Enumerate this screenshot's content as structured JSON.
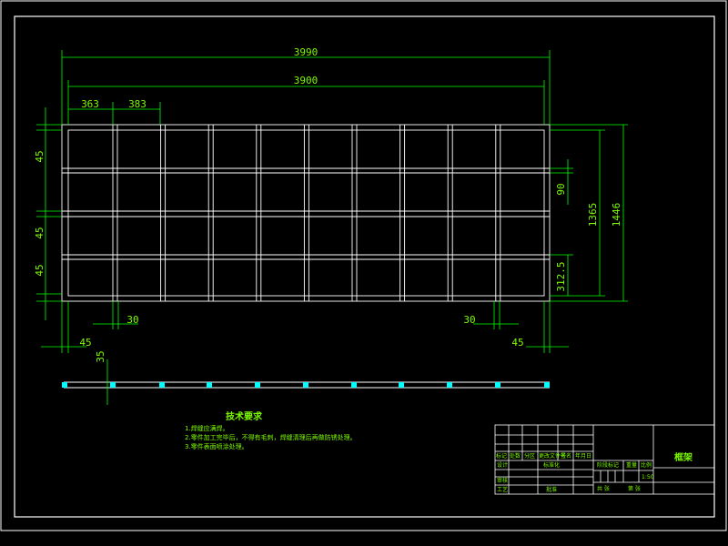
{
  "drawing": {
    "dims": {
      "overall_width": "3990",
      "inner_width": "3900",
      "bay_left": "363",
      "bay_next": "383",
      "top_left_45": "45",
      "mid_left_45": "45",
      "low_left_45": "45",
      "right_90": "90",
      "right_1365": "1365",
      "right_1446": "1446",
      "right_312": "312.5",
      "bottom_30_left": "30",
      "bottom_30_right": "30",
      "bottom_45_left": "45",
      "bottom_45_right": "45",
      "bottom_35": "35"
    },
    "notes": {
      "heading": "技术要求",
      "lines": [
        "1.焊缝应满焊。",
        "2.零件加工完毕后，不得有毛刺，焊缝清理后再做防锈处理。",
        "3.零件表面喷涂处理。"
      ]
    },
    "title_block": {
      "part_name": "框架",
      "scale": "1:50",
      "labels": {
        "mark": "标记",
        "count": "处数",
        "zone": "分区",
        "change_doc": "更改文件号",
        "sign": "签名",
        "date": "年月日",
        "design": "设计",
        "standard": "标准化",
        "review": "审核",
        "process": "工艺",
        "approve": "批准",
        "stage": "阶段标记",
        "weight": "重量",
        "ratio": "比例",
        "sheets": "共 张",
        "sheet_no": "第 张"
      }
    }
  },
  "colors": {
    "line": "#FFFFFF",
    "dim": "#00FF00",
    "text": "#7CFC00",
    "node": "#00FFFF"
  }
}
